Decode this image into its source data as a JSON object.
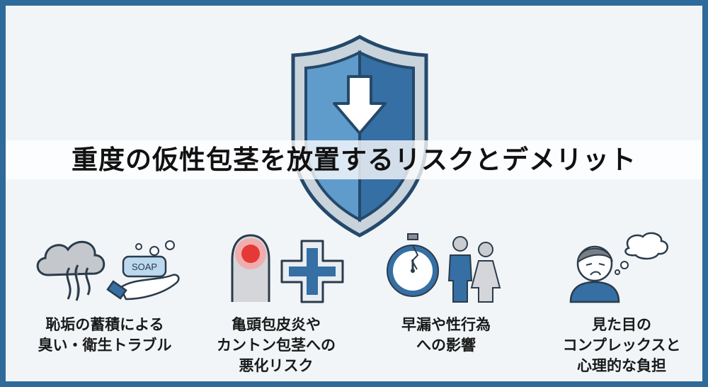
{
  "title": "重度の仮性包茎を放置するリスクとデメリット",
  "colors": {
    "frame": "#2f6b9a",
    "background": "#f1f5f8",
    "shield_light": "#5f9ccc",
    "shield_dark": "#356fa3",
    "accent_red": "#e53935"
  },
  "items": [
    {
      "icon": "smell-and-soap-icon",
      "lines": [
        "恥垢の蓄積による",
        "臭い・衛生トラブル"
      ],
      "soap_label": "SOAP"
    },
    {
      "icon": "inflammation-and-medical-cross-icon",
      "lines": [
        "亀頭包皮炎や",
        "カントン包茎への",
        "悪化リスク"
      ]
    },
    {
      "icon": "broken-stopwatch-and-couple-icon",
      "lines": [
        "早漏や性行為",
        "への影響"
      ]
    },
    {
      "icon": "worried-person-thought-bubble-icon",
      "lines": [
        "見た目の",
        "コンプレックスと",
        "心理的な負担"
      ]
    }
  ]
}
